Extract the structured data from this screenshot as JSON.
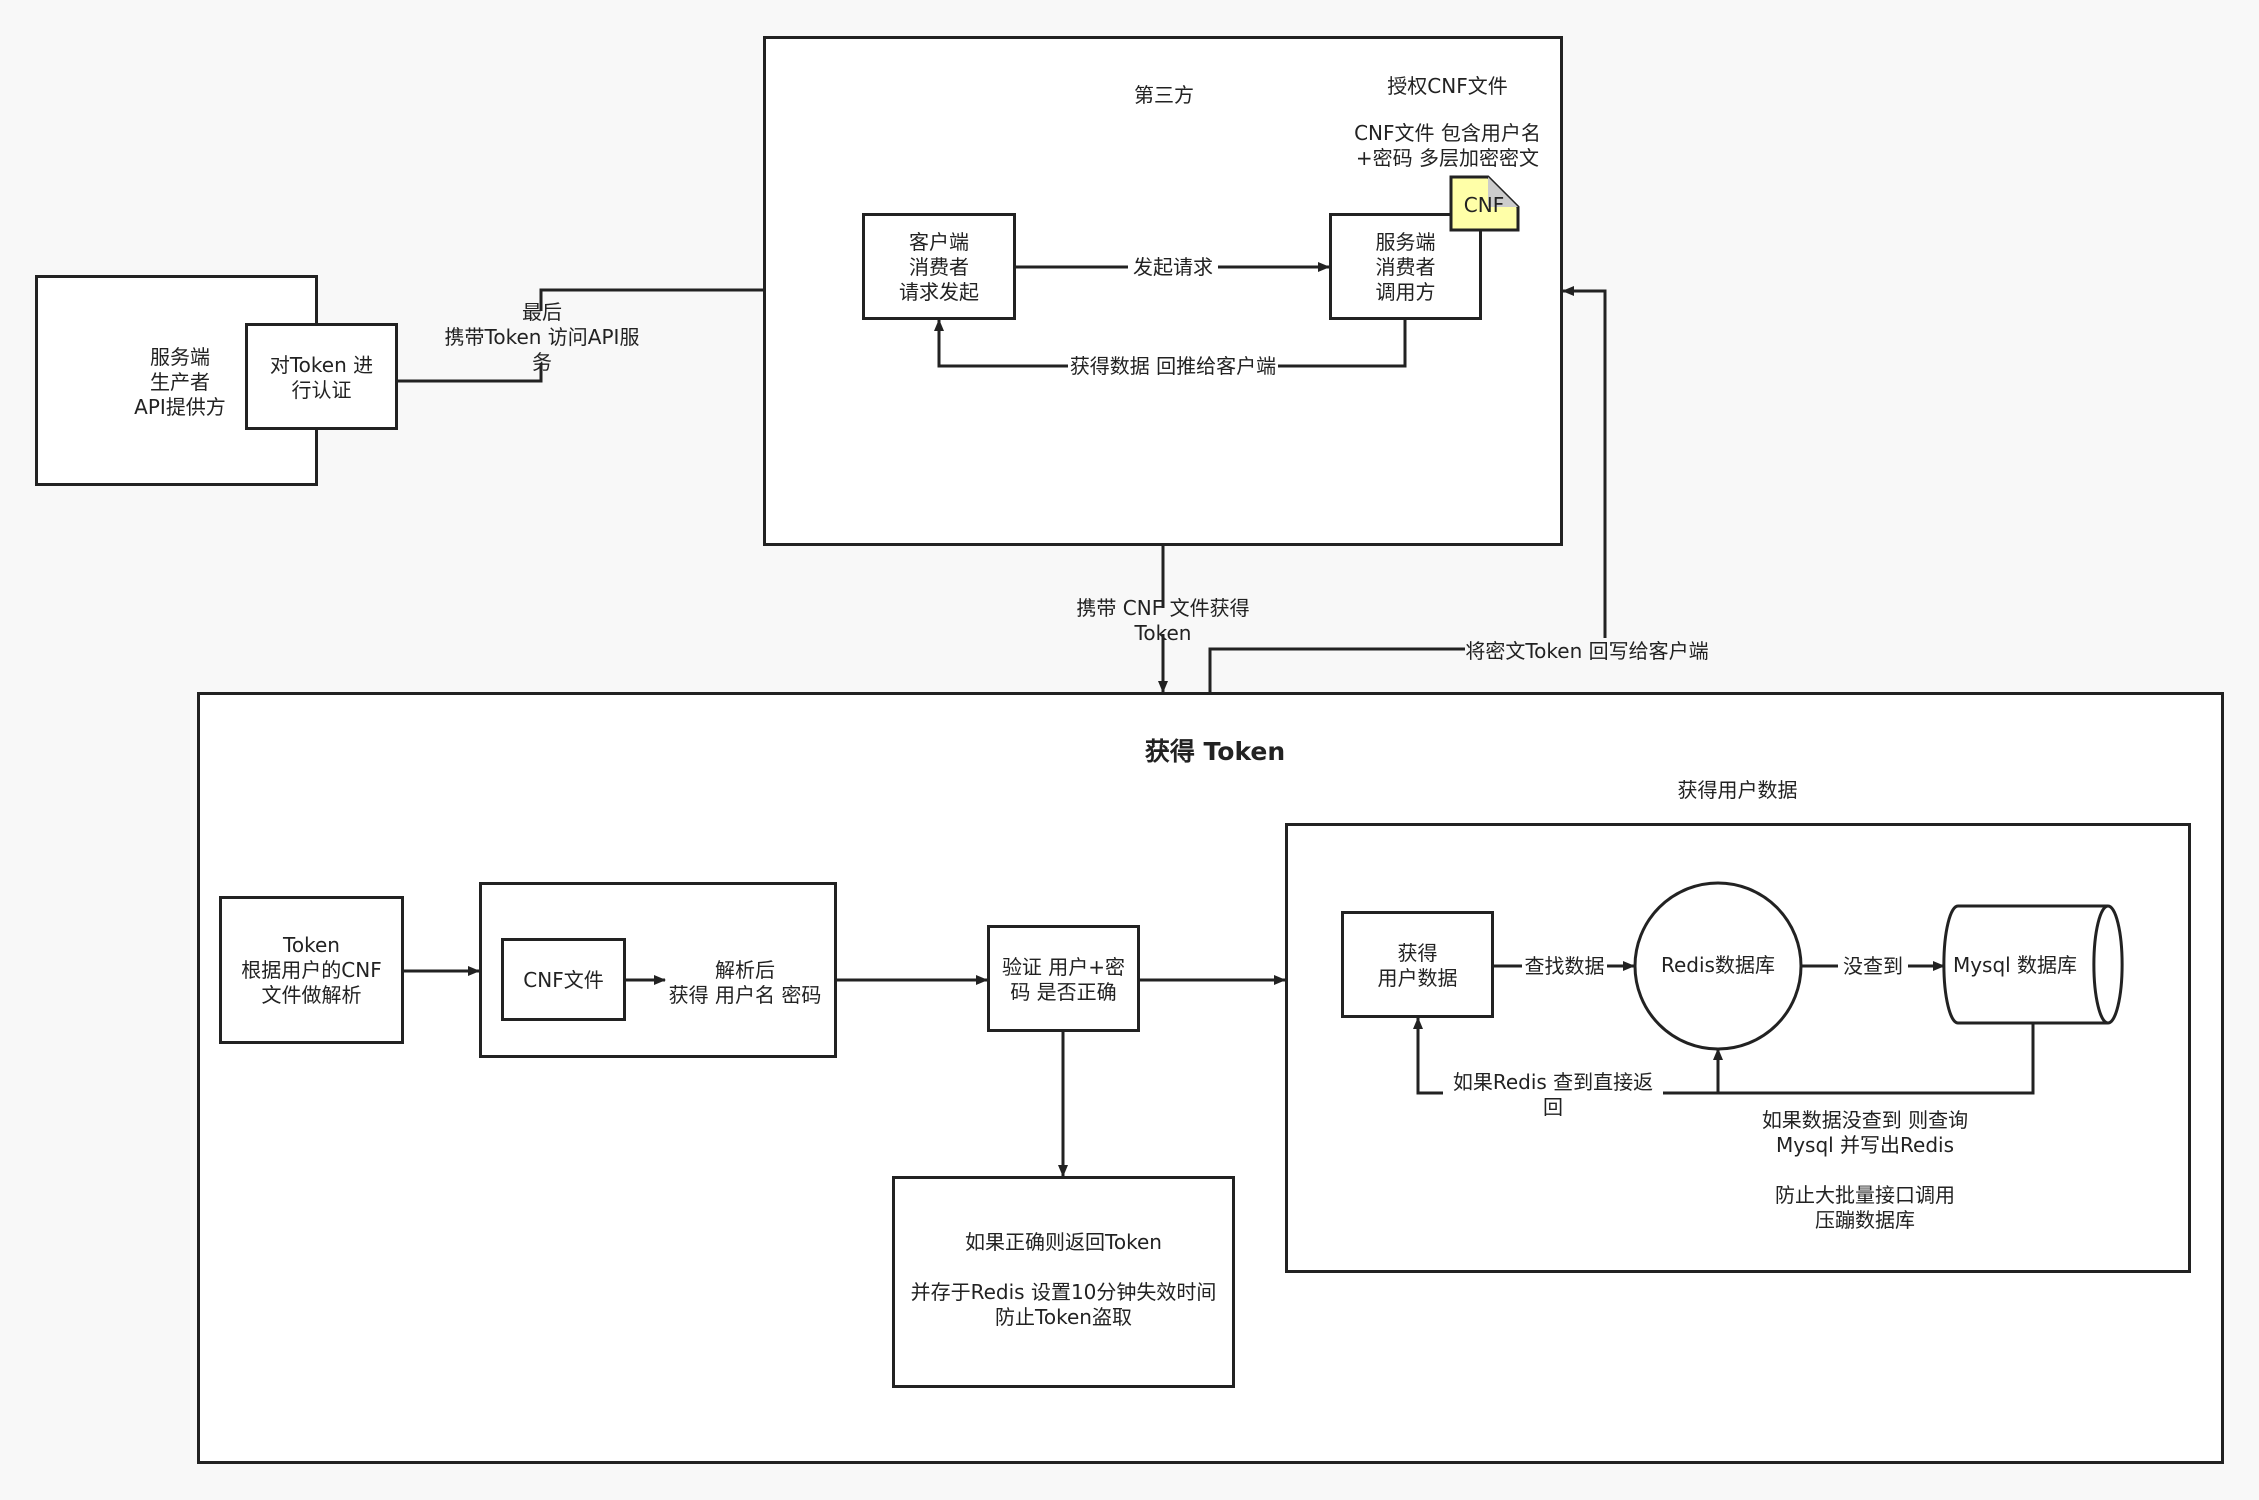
{
  "provider": {
    "title": "服务端\n生产者\nAPI提供方",
    "auth_box": "对Token 进\n行认证",
    "final_access": "最后\n携带Token 访问API服务"
  },
  "third_party": {
    "title": "第三方",
    "cnf_heading": "授权CNF文件",
    "cnf_desc": "CNF文件 包含用户名\n+密码 多层加密密文",
    "cnf_note": "CNF",
    "client": "客户端\n消费者\n请求发起",
    "server": "服务端\n消费者\n调用方",
    "send_request": "发起请求",
    "return_data": "获得数据 回推给客户端"
  },
  "flows": {
    "get_token_with_cnf": "携带 CNF 文件获得Token",
    "return_token": "将密文Token 回写给客户端"
  },
  "token": {
    "title": "获得 Token",
    "parse_box": "Token\n根据用户的CNF\n文件做解析",
    "cnf_file": "CNF文件",
    "after_parse": "解析后\n获得 用户名 密码",
    "verify": "验证 用户+密\n码 是否正确",
    "result": "如果正确则返回Token\n\n并存于Redis 设置10分钟失效时间\n防止Token盗取"
  },
  "user_data": {
    "title": "获得用户数据",
    "get_data": "获得\n用户数据",
    "lookup": "查找数据",
    "redis": "Redis数据库",
    "not_found": "没查到",
    "mysql": "Mysql 数据库",
    "redis_hit": "如果Redis 查到直接返回",
    "fallback_note": "如果数据没查到 则查询\nMysql 并写出Redis\n\n防止大批量接口调用\n压蹦数据库"
  },
  "colors": {
    "line": "#222222",
    "background": "#f8f8f8",
    "note_fill": "#ffffa8",
    "note_fold": "#cccccc"
  }
}
